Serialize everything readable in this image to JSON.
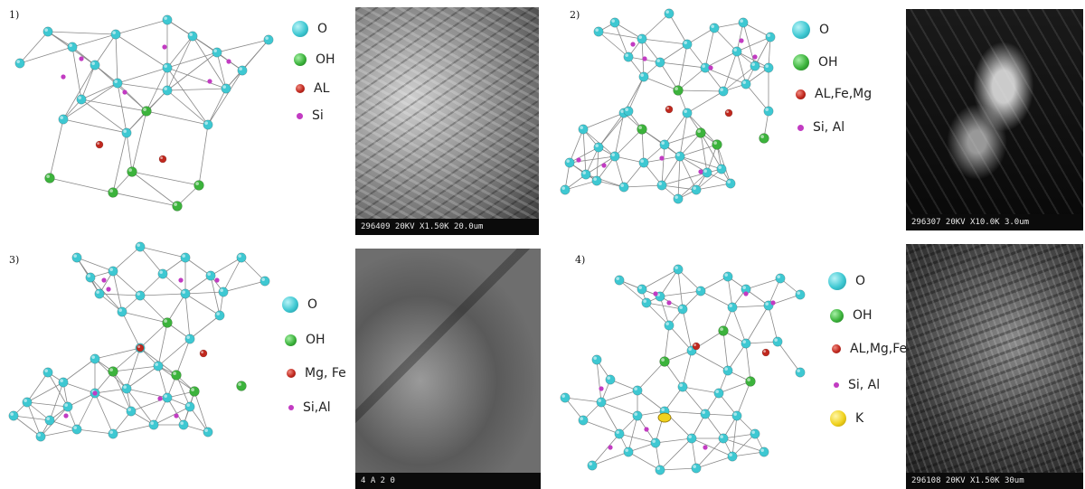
{
  "panels": [
    {
      "number": "1)",
      "legend": [
        "O",
        "OH",
        "AL",
        "Si"
      ],
      "sem_caption": "296409 20KV X1.50K 20.0um"
    },
    {
      "number": "2)",
      "legend": [
        "O",
        "OH",
        "AL,Fe,Mg",
        "Si, Al"
      ],
      "sem_caption": "296307 20KV X10.0K 3.0um"
    },
    {
      "number": "3)",
      "legend": [
        "O",
        "OH",
        "Mg, Fe",
        "Si,Al"
      ],
      "sem_caption": "4 A 2 0"
    },
    {
      "number": "4)",
      "legend": [
        "O",
        "OH",
        "AL,Mg,Fe",
        "Si, Al",
        "K"
      ],
      "sem_caption": "296108 20KV X1.50K 30um"
    }
  ],
  "colors": {
    "oxygen": "#3ec8d2",
    "hydroxyl": "#3cb33c",
    "cation": "#c0281e",
    "silicon": "#c23bc2",
    "potassium": "#f0d21e",
    "bond": "#888888"
  },
  "icons": {
    "oxygen": "cyan-ball-icon",
    "hydroxyl": "green-ball-icon",
    "cation": "red-ball-icon",
    "silicon": "magenta-dot-icon",
    "potassium": "yellow-ball-icon"
  }
}
